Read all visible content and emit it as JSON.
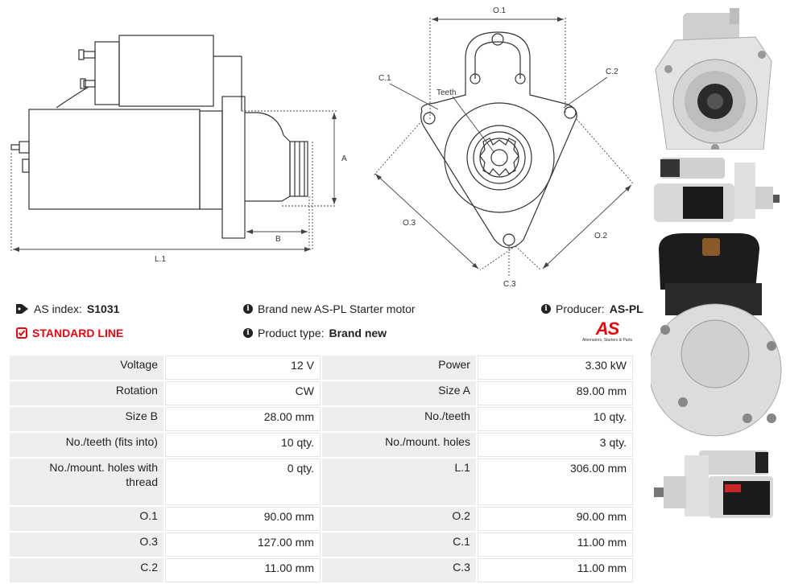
{
  "drawing_labels": {
    "A": "A",
    "B": "B",
    "L1": "L.1",
    "O1": "O.1",
    "O2": "O.2",
    "O3": "O.3",
    "C1": "C.1",
    "C2": "C.2",
    "C3": "C.3",
    "teeth": "Teeth"
  },
  "info": {
    "as_index_label": "AS index:",
    "as_index_value": "S1031",
    "description": "Brand new AS-PL Starter motor",
    "producer_label": "Producer:",
    "producer_value": "AS-PL",
    "standard_line": "STANDARD LINE",
    "product_type_label": "Product type:",
    "product_type_value": "Brand new",
    "logo_text": "AS",
    "logo_tagline": "Alternators, Starters & Parts"
  },
  "specs": [
    {
      "k1": "Voltage",
      "v1": "12 V",
      "k2": "Power",
      "v2": "3.30 kW"
    },
    {
      "k1": "Rotation",
      "v1": "CW",
      "k2": "Size A",
      "v2": "89.00 mm"
    },
    {
      "k1": "Size B",
      "v1": "28.00 mm",
      "k2": "No./teeth",
      "v2": "10 qty."
    },
    {
      "k1": "No./teeth (fits into)",
      "v1": "10 qty.",
      "k2": "No./mount. holes",
      "v2": "3 qty."
    },
    {
      "k1": "No./mount. holes with thread",
      "v1": "0 qty.",
      "k2": "L.1",
      "v2": "306.00 mm"
    },
    {
      "k1": "O.1",
      "v1": "90.00 mm",
      "k2": "O.2",
      "v2": "90.00 mm"
    },
    {
      "k1": "O.3",
      "v1": "127.00 mm",
      "k2": "C.1",
      "v2": "11.00 mm"
    },
    {
      "k1": "C.2",
      "v1": "11.00 mm",
      "k2": "C.3",
      "v2": "11.00 mm"
    }
  ],
  "colors": {
    "brand_red": "#e30613",
    "label_bg": "#eeeeee"
  },
  "icons": [
    "tag-icon",
    "info-icon",
    "check-square-icon"
  ]
}
